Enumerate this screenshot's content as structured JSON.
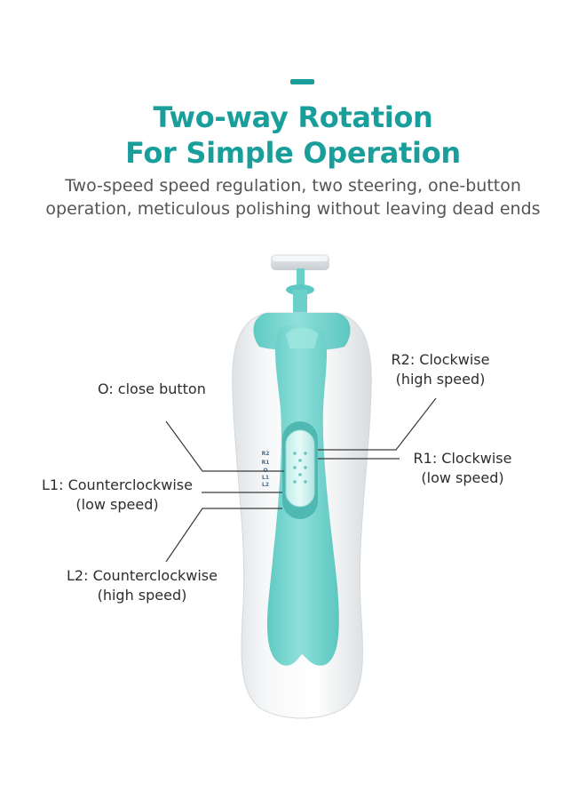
{
  "heading": {
    "line1": "Two-way Rotation",
    "line2": "For Simple Operation"
  },
  "subheading": {
    "line1": "Two-speed speed regulation, two steering, one-button",
    "line2": "operation, meticulous polishing without leaving dead ends"
  },
  "callouts": {
    "o": {
      "line1": "O: close button"
    },
    "l1": {
      "line1": "L1: Counterclockwise",
      "line2": "(low speed)"
    },
    "l2": {
      "line1": "L2: Counterclockwise",
      "line2": "(high speed)"
    },
    "r2": {
      "line1": "R2: Clockwise",
      "line2": "(high speed)"
    },
    "r1": {
      "line1": "R1: Clockwise",
      "line2": "(low speed)"
    }
  },
  "device": {
    "switch_marks": [
      "R2",
      "R1",
      "O",
      "L1",
      "L2"
    ]
  },
  "colors": {
    "accent": "#1a9e9c",
    "device_mint": "#7fd6d1",
    "device_body": "#f2f4f5"
  }
}
